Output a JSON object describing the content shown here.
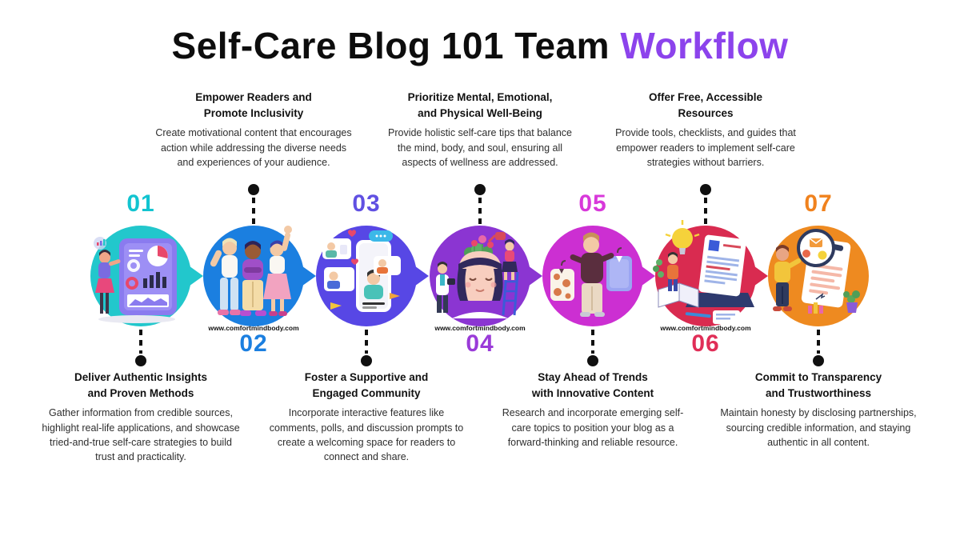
{
  "page": {
    "title_main": "Self-Care Blog 101 Team",
    "title_accent": "Workflow",
    "accent_color": "#8C43EC"
  },
  "website": "www.comfortmindbody.com",
  "steps": [
    {
      "number": "01",
      "number_color": "#12C4D0",
      "circle_color": "#22C7CC",
      "text_position": "below",
      "heading": "Deliver Authentic Insights\nand Proven Methods",
      "body": "Gather information from credible sources, highlight real-life applications, and showcase tried-and-true self-care strategies to build trust and practicality.",
      "illustration": "data-analytics-presentation"
    },
    {
      "number": "02",
      "number_color": "#1B7FE0",
      "circle_color": "#1B7FE0",
      "text_position": "above",
      "heading": "Empower Readers and\nPromote Inclusivity",
      "body": "Create motivational content that encourages action while addressing the diverse needs and experiences of your audience.",
      "illustration": "inclusive-team"
    },
    {
      "number": "03",
      "number_color": "#6050E2",
      "circle_color": "#5747E5",
      "text_position": "below",
      "heading": "Foster a Supportive and\nEngaged Community",
      "body": "Incorporate interactive features like comments, polls, and discussion prompts to create a welcoming space for readers to connect and share.",
      "illustration": "online-community"
    },
    {
      "number": "04",
      "number_color": "#9A3BD8",
      "circle_color": "#8B35D2",
      "text_position": "above",
      "heading": "Prioritize Mental, Emotional,\nand Physical Well-Being",
      "body": "Provide holistic self-care tips that balance the mind, body, and soul, ensuring all aspects of wellness are addressed.",
      "illustration": "mind-garden"
    },
    {
      "number": "05",
      "number_color": "#D838DA",
      "circle_color": "#CC2FD2",
      "text_position": "below",
      "heading": "Stay Ahead of Trends\nwith Innovative Content",
      "body": "Research and incorporate emerging self-care topics to position your blog as a forward-thinking and reliable resource.",
      "illustration": "clothing-choice"
    },
    {
      "number": "06",
      "number_color": "#E02E57",
      "circle_color": "#D92B50",
      "text_position": "above",
      "heading": "Offer Free, Accessible\nResources",
      "body": "Provide tools, checklists, and guides that empower readers to implement self-care strategies without barriers.",
      "illustration": "resources-desk"
    },
    {
      "number": "07",
      "number_color": "#F0821E",
      "circle_color": "#EE8A20",
      "text_position": "below",
      "heading": "Commit to Transparency\nand Trustworthiness",
      "body": "Maintain honesty by disclosing partnerships, sourcing credible information, and staying authentic in all content.",
      "illustration": "document-review"
    }
  ]
}
